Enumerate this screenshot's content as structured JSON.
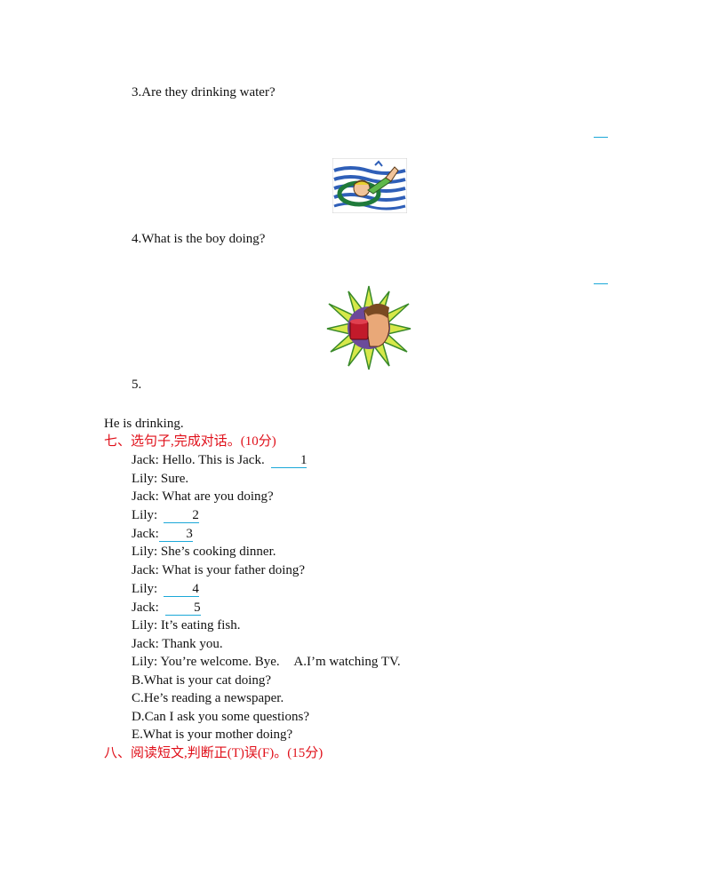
{
  "questions": {
    "q3": "3.Are they drinking water?",
    "q4": "4.What is the boy doing?",
    "q5": "5.",
    "q5_answer": "He is drinking."
  },
  "section7": {
    "heading": "七、选句子,完成对话。(10分)",
    "dialogue": [
      {
        "text": "Jack: Hello. This is Jack.",
        "blank": "1"
      },
      {
        "text": "Lily: Sure."
      },
      {
        "text": "Jack: What are you doing?"
      },
      {
        "text": "Lily:",
        "blank": "2"
      },
      {
        "text": "Jack:",
        "blank": "3"
      },
      {
        "text": "Lily: She’s cooking dinner."
      },
      {
        "text": "Jack: What is your father doing?"
      },
      {
        "text": "Lily:",
        "blank": "4"
      },
      {
        "text": "Jack:",
        "blank": "5"
      },
      {
        "text": "Lily: It’s eating fish."
      },
      {
        "text": "Jack: Thank you."
      },
      {
        "text": "Lily: You’re welcome. Bye.",
        "option": "A.I’m watching TV."
      }
    ],
    "options": [
      "B.What is your cat doing?",
      "C.He’s reading a newspaper.",
      "D.Can I ask you some questions?",
      "E.What is your mother doing?"
    ]
  },
  "section8": {
    "heading": "八、阅读短文,判断正(T)误(F)。(15分)"
  }
}
